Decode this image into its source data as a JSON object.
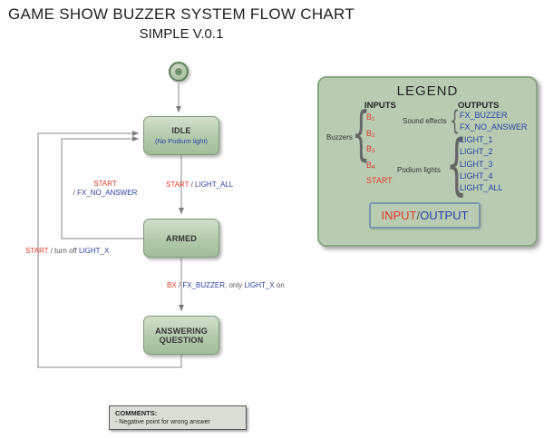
{
  "title": {
    "line1": "GAME SHOW BUZZER SYSTEM FLOW CHART",
    "line2": "SIMPLE V.0.1"
  },
  "states": {
    "idle": {
      "name": "IDLE",
      "note": "(No Podium light)"
    },
    "armed": {
      "name": "ARMED"
    },
    "answering": {
      "line1": "ANSWERING",
      "line2": "QUESTION"
    }
  },
  "transitions": {
    "idle_to_armed": {
      "input": "START",
      "sep": " / ",
      "output": "LIGHT_ALL"
    },
    "armed_to_idle": {
      "input": "START",
      "sep": "/ ",
      "output": "FX_NO_ANSWER"
    },
    "answering_to_idle": {
      "input": "START",
      "sep": " / ",
      "action": "turn off ",
      "output": "LIGHT_X"
    },
    "armed_to_answering": {
      "input": "BX",
      "sep": " / ",
      "output1": "FX_BUZZER",
      "mid": ", only ",
      "output2": "LIGHT_X",
      "tail": " on"
    }
  },
  "legend": {
    "title": "LEGEND",
    "inputs_header": "INPUTS",
    "outputs_header": "OUTPUTS",
    "buzzers_label": "Buzzers",
    "sound_label": "Sound effects",
    "podium_label": "Podium lights",
    "inputs": [
      {
        "main": "B",
        "sub": "1"
      },
      {
        "main": "B",
        "sub": "2"
      },
      {
        "main": "B",
        "sub": "3"
      },
      {
        "main": "B",
        "sub": "4"
      },
      {
        "main": "START",
        "sub": ""
      }
    ],
    "sound_outputs": [
      "FX_BUZZER",
      "FX_NO_ANSWER"
    ],
    "light_outputs": [
      "LIGHT_1",
      "LIGHT_2",
      "LIGHT_3",
      "LIGHT_4",
      "LIGHT_ALL"
    ],
    "io_box": {
      "input": "INPUT",
      "sep": " / ",
      "output": "OUTPUT"
    }
  },
  "comments": {
    "header": "COMMENTS:",
    "items": [
      "- Negative point for wrong answer"
    ]
  },
  "colors": {
    "input_red": "#e03a2c",
    "output_blue": "#2a3f9f",
    "node_green": "#b9ccb3"
  }
}
